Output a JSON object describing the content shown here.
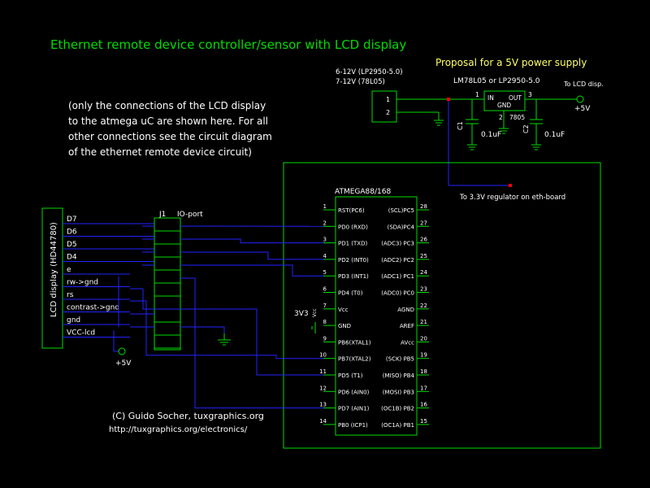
{
  "title": "Ethernet remote device controller/sensor with LCD display",
  "note_lines": [
    "(only the connections of the LCD display",
    "to the atmega uC are shown here. For all",
    "other connections see the circuit diagram",
    "of the ethernet remote device circuit)"
  ],
  "power": {
    "proposal": "Proposal for a 5V power supply",
    "vin_line1": "6-12V (LP2950-5.0)",
    "vin_line2": "7-12V (78L05)",
    "regulator": "LM78L05 or LP2950-5.0",
    "reg_in": "IN",
    "reg_out": "OUT",
    "reg_gnd": "GND",
    "reg_part": "7805",
    "pin1": "1",
    "pin2": "2",
    "pin3": "3",
    "conn_pin1": "1",
    "conn_pin2": "2",
    "c1_label": "C1",
    "c1_value": "0.1uF",
    "c2_label": "C2",
    "c2_value": "0.1uF",
    "to_lcd": "To LCD disp.",
    "plus5v": "+5V",
    "to_reg": "To 3.3V regulator on eth-board"
  },
  "lcd": {
    "label": "LCD display (HD44780)",
    "pins": [
      "D7",
      "D6",
      "D5",
      "D4",
      "e",
      "rw->gnd",
      "rs",
      "contrast->gnd",
      "gnd",
      "VCC-lcd"
    ],
    "plus5v": "+5V"
  },
  "j1": {
    "label": "J1",
    "io": "IO-port"
  },
  "mcu": {
    "label": "ATMEGA88/168",
    "left_pins": [
      {
        "num": "1",
        "name": "RST(PC6)"
      },
      {
        "num": "2",
        "name": "PD0 (RXD)"
      },
      {
        "num": "3",
        "name": "PD1 (TXD)"
      },
      {
        "num": "4",
        "name": "PD2 (INT0)"
      },
      {
        "num": "5",
        "name": "PD3 (INT1)"
      },
      {
        "num": "6",
        "name": "PD4 (T0)"
      },
      {
        "num": "7",
        "name": "Vcc"
      },
      {
        "num": "8",
        "name": "GND"
      },
      {
        "num": "9",
        "name": "PB6(XTAL1)"
      },
      {
        "num": "10",
        "name": "PB7(XTAL2)"
      },
      {
        "num": "11",
        "name": "PD5 (T1)"
      },
      {
        "num": "12",
        "name": "PD6 (AIN0)"
      },
      {
        "num": "13",
        "name": "PD7 (AIN1)"
      },
      {
        "num": "14",
        "name": "PB0 (ICP1)"
      }
    ],
    "right_pins": [
      {
        "num": "28",
        "name": "(SCL)PC5"
      },
      {
        "num": "27",
        "name": "(SDA)PC4"
      },
      {
        "num": "26",
        "name": "(ADC3) PC3"
      },
      {
        "num": "25",
        "name": "(ADC2) PC2"
      },
      {
        "num": "24",
        "name": "(ADC1) PC1"
      },
      {
        "num": "23",
        "name": "(ADC0) PC0"
      },
      {
        "num": "22",
        "name": "AGND"
      },
      {
        "num": "21",
        "name": "AREF"
      },
      {
        "num": "20",
        "name": "AVcc"
      },
      {
        "num": "19",
        "name": "(SCK) PB5"
      },
      {
        "num": "18",
        "name": "(MISO) PB4"
      },
      {
        "num": "17",
        "name": "(MOSI) PB3"
      },
      {
        "num": "16",
        "name": "(OC1B) PB2"
      },
      {
        "num": "15",
        "name": "(OC1A) PB1"
      }
    ],
    "vcc_supply": "3V3",
    "vcc_small": "Vcc"
  },
  "credits": {
    "line1": "(C) Guido Socher, tuxgraphics.org",
    "line2": "http://tuxgraphics.org/electronics/"
  }
}
